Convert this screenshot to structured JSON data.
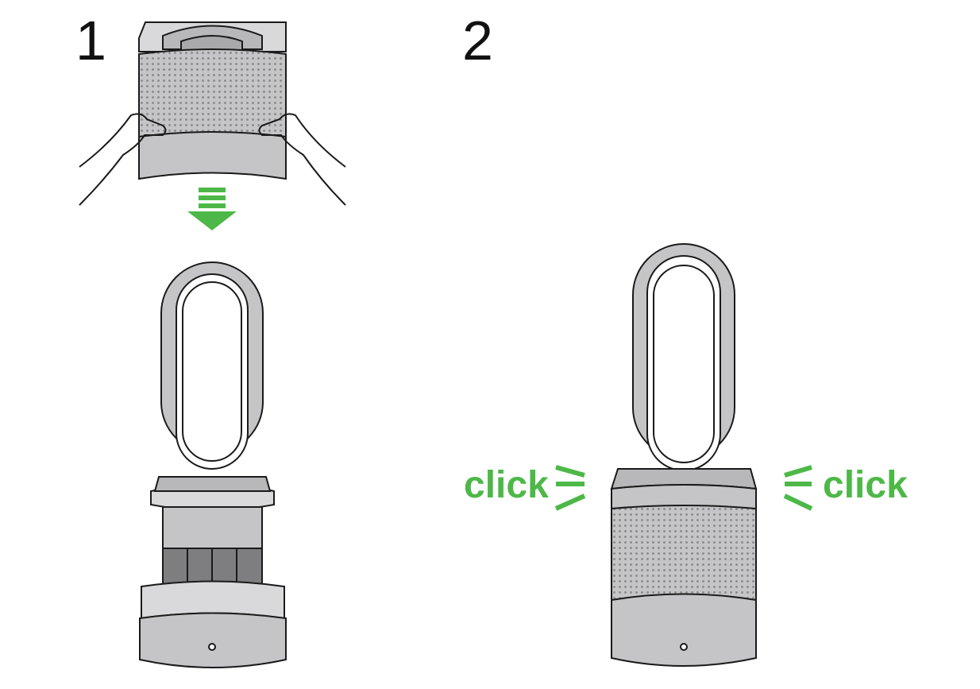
{
  "steps": [
    {
      "number": "1"
    },
    {
      "number": "2"
    }
  ],
  "click_labels": {
    "left": "click",
    "right": "click"
  },
  "colors": {
    "accent": "#4DB848",
    "outline": "#1a1a1a",
    "body": "#C5C5C7",
    "body_light": "#D9D9DB",
    "filter_dark": "#7E7E80",
    "background": "#FFFFFF"
  },
  "icons": [
    "down-arrow-icon",
    "hand-icon",
    "click-lines-icon"
  ]
}
